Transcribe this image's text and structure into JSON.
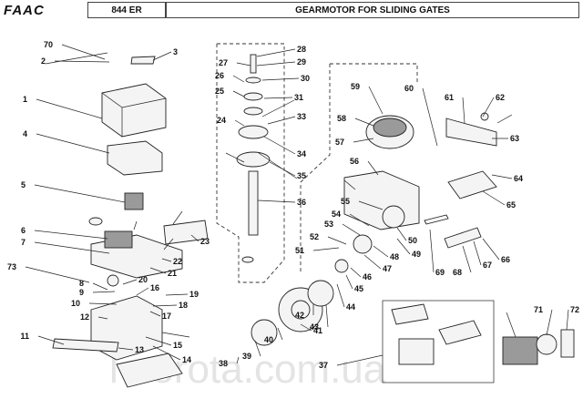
{
  "header": {
    "brand": "FAAC",
    "model": "844 ER",
    "title": "GEARMOTOR FOR SLIDING GATES"
  },
  "watermark": "l-vorota.com.ua",
  "callouts": [
    "1",
    "2",
    "3",
    "4",
    "5",
    "6",
    "7",
    "8",
    "9",
    "10",
    "11",
    "12",
    "13",
    "14",
    "15",
    "16",
    "17",
    "18",
    "19",
    "20",
    "21",
    "22",
    "23",
    "24",
    "25",
    "26",
    "27",
    "28",
    "29",
    "30",
    "31",
    "33",
    "34",
    "35",
    "36",
    "37",
    "38",
    "39",
    "40",
    "41",
    "42",
    "43",
    "44",
    "45",
    "46",
    "47",
    "48",
    "49",
    "50",
    "51",
    "52",
    "53",
    "54",
    "55",
    "56",
    "57",
    "58",
    "59",
    "60",
    "61",
    "62",
    "63",
    "64",
    "65",
    "66",
    "67",
    "68",
    "69",
    "70",
    "71",
    "72",
    "73"
  ]
}
